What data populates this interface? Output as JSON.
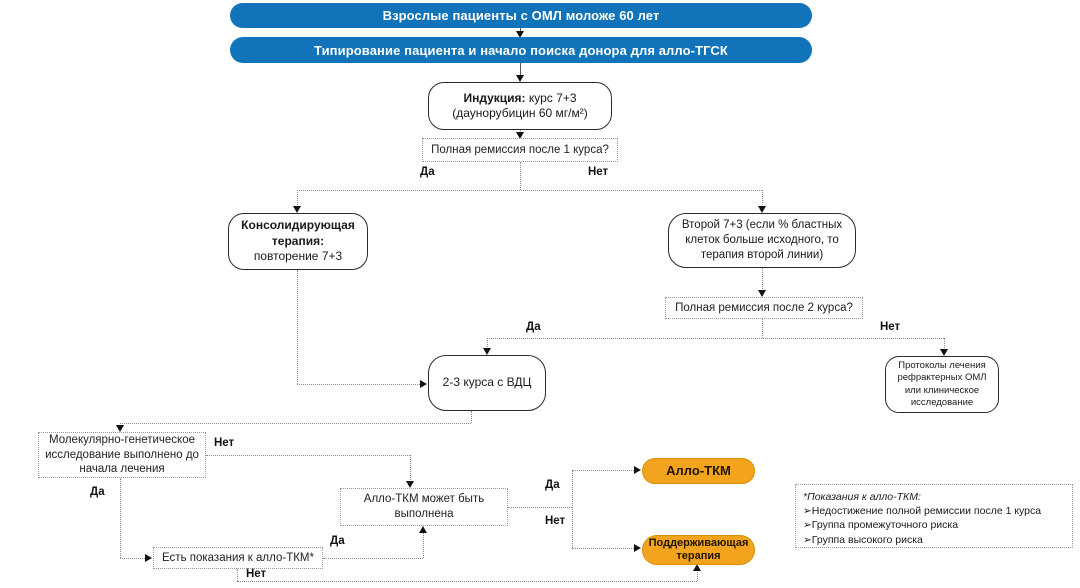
{
  "colors": {
    "banner_blue": "#1173B9",
    "orange_fill": "#F2A41E",
    "orange_border": "#D98F00",
    "orange_text": "#221500",
    "line_gray": "#8A8A8A",
    "border_dark": "#2B2B2B",
    "dotted_border": "#999999"
  },
  "banners": {
    "b1": "Взрослые пациенты с ОМЛ моложе 60 лет",
    "b2": "Типирование пациента и начало поиска донора для алло-ТГСК"
  },
  "nodes": {
    "induction_bold": "Индукция:",
    "induction_rest": " курс 7+3",
    "induction_sub": "(даунорубицин 60 мг/м²)",
    "decision1": "Полная ремиссия после 1 курса?",
    "consolidation_bold": "Консолидирующая терапия:",
    "consolidation_rest": "повторение 7+3",
    "second_course": "Второй 7+3 (если % бластных клеток больше исходного, то терапия второй линии)",
    "decision2": "Полная ремиссия после 2 курса?",
    "vdc": "2-3 курса с ВДЦ",
    "protocols": "Протоколы лечения рефрактерных ОМЛ или клиническое исследование",
    "molecular": "Молекулярно-генетическое исследование выполнено до начала лечения",
    "tkm_possible": "Алло-ТКМ может быть выполнена",
    "indications": "Есть показания к алло-ТКМ*",
    "allo_tkm": "Алло-ТКМ",
    "maintenance": "Поддерживающая терапия"
  },
  "edge_labels": {
    "d1_yes": "Да",
    "d1_no": "Нет",
    "d2_yes": "Да",
    "d2_no": "Нет",
    "mol_yes": "Да",
    "mol_no": "Нет",
    "ind_yes": "Да",
    "ind_no": "Нет",
    "tkm_yes": "Да",
    "tkm_no": "Нет"
  },
  "legend": {
    "title": "*Показания к алло-ТКМ:",
    "items": [
      "➢Недостижение полной ремиссии после 1 курса",
      "➢Группа промежуточного риска",
      "➢Группа высокого риска"
    ]
  }
}
